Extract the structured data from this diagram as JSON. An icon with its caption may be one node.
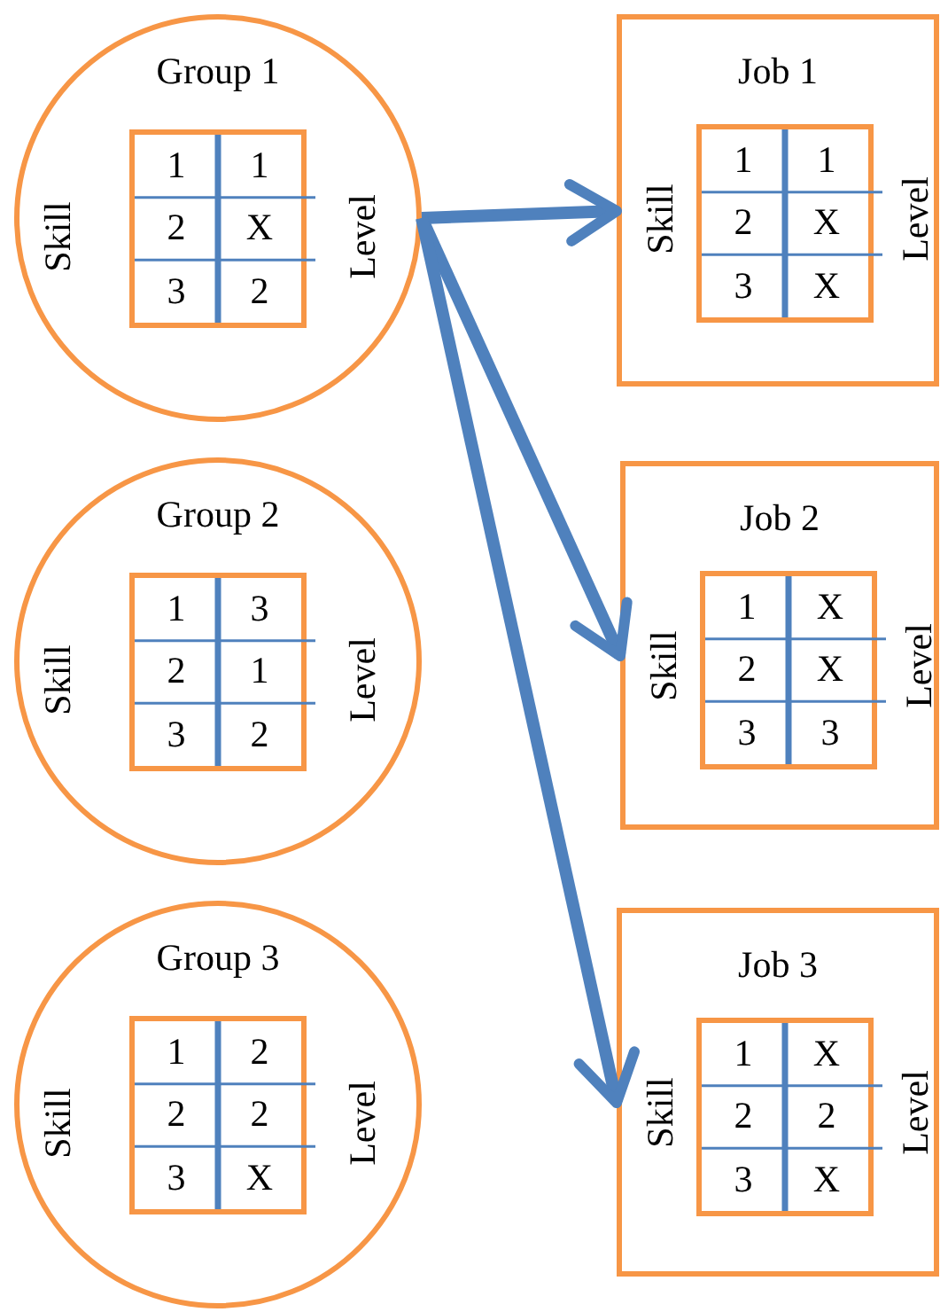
{
  "diagram": {
    "nodes": [
      {
        "text": [
          "Group 1",
          "Skill",
          "Level"
        ]
      },
      {
        "text": [
          "1",
          "1",
          "2",
          "X",
          "3",
          "2"
        ],
        "in": 0
      },
      {
        "text": [
          "Job 1",
          "Skill",
          "Level"
        ]
      },
      {
        "text": [
          "1",
          "1",
          "2",
          "X",
          "3",
          "X"
        ],
        "in": 2
      },
      {
        "text": [
          "Group 2",
          "Skill",
          "Level"
        ]
      },
      {
        "text": [
          "1",
          "3",
          "2",
          "1",
          "3",
          "2"
        ],
        "in": 4
      },
      {
        "text": [
          "Job 2",
          "Skill",
          "Level"
        ]
      },
      {
        "text": [
          "1",
          "X",
          "2",
          "X",
          "3",
          "3"
        ],
        "in": 6
      },
      {
        "text": [
          "Group 3",
          "Skill",
          "Level"
        ]
      },
      {
        "text": [
          "1",
          "2",
          "2",
          "2",
          "3",
          "X"
        ],
        "in": 8
      },
      {
        "text": [
          "Job 3",
          "Skill",
          "Level"
        ]
      },
      {
        "text": [
          "1",
          "X",
          "2",
          "2",
          "3",
          "X"
        ],
        "in": 10
      }
    ],
    "edges": [
      {
        "from": 0,
        "to": 2,
        "arrow": "to"
      },
      {
        "from": 0,
        "to": 6,
        "arrow": "to"
      },
      {
        "from": 0,
        "to": 10,
        "arrow": "to"
      }
    ]
  }
}
